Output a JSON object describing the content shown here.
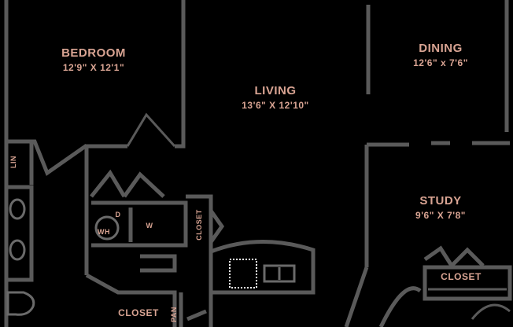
{
  "plan": {
    "rooms": {
      "bedroom": {
        "name": "BEDROOM",
        "dims": "12'9\" X 12'1\""
      },
      "living": {
        "name": "LIVING",
        "dims": "13'6\" X 12'10\""
      },
      "dining": {
        "name": "DINING",
        "dims": "12'6\" x 7'6\""
      },
      "study": {
        "name": "STUDY",
        "dims": "9'6\" X 7'8\""
      }
    },
    "labels": {
      "linen": "LIN",
      "washer": "W",
      "dryer": "D",
      "wh": "WH",
      "closet_small": "CLOSET",
      "closet_bottom": "CLOSET",
      "closet_study": "CLOSET",
      "pantry": "PAN"
    }
  }
}
